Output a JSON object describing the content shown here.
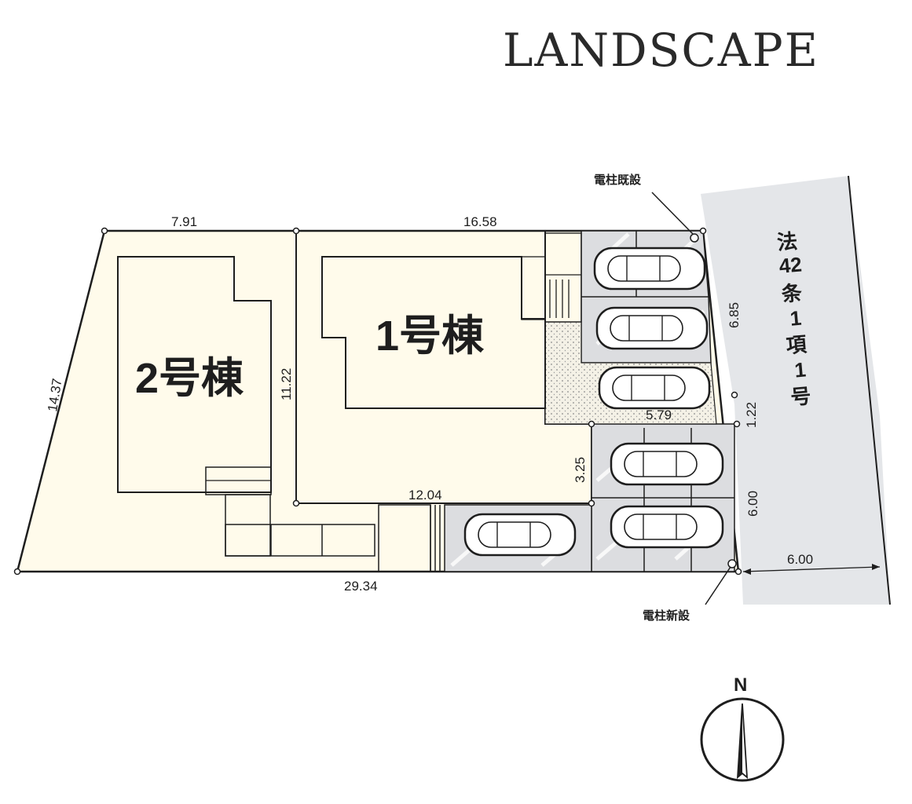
{
  "title": "LANDSCAPE",
  "buildings": {
    "b1": "1号棟",
    "b2": "2号棟"
  },
  "dimensions": {
    "top_left": "7.91",
    "top_right": "16.58",
    "left_side": "14.37",
    "middle_vertical": "11.22",
    "right_upper": "6.85",
    "right_small": "1.22",
    "right_lower": "6.00",
    "inner_horizontal": "5.79",
    "inner_vertical": "3.25",
    "lower_middle": "12.04",
    "bottom": "29.34",
    "road_width": "6.00"
  },
  "road": {
    "label_chars": [
      "法",
      "42",
      "条",
      "1",
      "項",
      "1",
      "号"
    ]
  },
  "poles": {
    "existing": "電柱既設",
    "new": "電柱新設"
  },
  "compass": {
    "label": "N"
  },
  "colors": {
    "lot_fill": "#fffbeb",
    "road_fill": "#e4e6e9",
    "parking_fill": "#dcdde0",
    "line": "#1e1e1e"
  },
  "parking_spaces": 6
}
